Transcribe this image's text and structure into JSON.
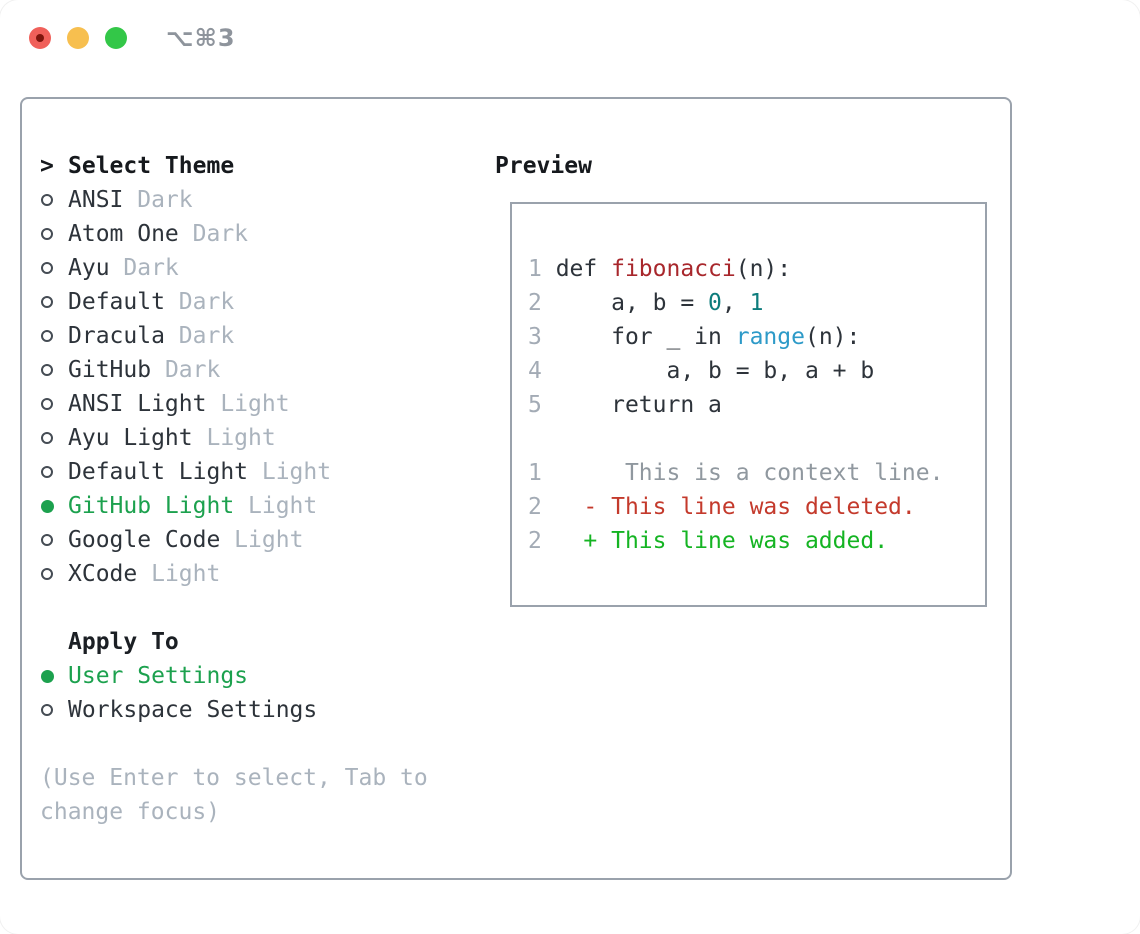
{
  "window": {
    "shortcut_label": "⌥⌘3",
    "traffic_lights": {
      "close_color": "#f0605a",
      "minimize_color": "#f7bf4f",
      "zoom_color": "#33c748"
    }
  },
  "theme_list": {
    "prompt": ">",
    "header": "Select Theme",
    "items": [
      {
        "name": "ANSI",
        "variant": "Dark",
        "selected": false
      },
      {
        "name": "Atom One",
        "variant": "Dark",
        "selected": false
      },
      {
        "name": "Ayu",
        "variant": "Dark",
        "selected": false
      },
      {
        "name": "Default",
        "variant": "Dark",
        "selected": false
      },
      {
        "name": "Dracula",
        "variant": "Dark",
        "selected": false
      },
      {
        "name": "GitHub",
        "variant": "Dark",
        "selected": false
      },
      {
        "name": "ANSI Light",
        "variant": "Light",
        "selected": false
      },
      {
        "name": "Ayu Light",
        "variant": "Light",
        "selected": false
      },
      {
        "name": "Default Light",
        "variant": "Light",
        "selected": false
      },
      {
        "name": "GitHub Light",
        "variant": "Light",
        "selected": true
      },
      {
        "name": "Google Code",
        "variant": "Light",
        "selected": false
      },
      {
        "name": "XCode",
        "variant": "Light",
        "selected": false
      }
    ]
  },
  "apply_to": {
    "header": "Apply To",
    "options": [
      {
        "label": "User Settings",
        "selected": true
      },
      {
        "label": "Workspace Settings",
        "selected": false
      }
    ]
  },
  "hint": {
    "line1": "(Use Enter to select, Tab to",
    "line2": "change focus)"
  },
  "preview": {
    "label": "Preview",
    "lines": [
      [
        {
          "t": "1",
          "c": "ln"
        },
        {
          "t": " def ",
          "c": "pl"
        },
        {
          "t": "fibonacci",
          "c": "fn"
        },
        {
          "t": "(n):",
          "c": "pl"
        }
      ],
      [
        {
          "t": "2",
          "c": "ln"
        },
        {
          "t": "     a, b = ",
          "c": "pl"
        },
        {
          "t": "0",
          "c": "nm"
        },
        {
          "t": ", ",
          "c": "pl"
        },
        {
          "t": "1",
          "c": "nm"
        }
      ],
      [
        {
          "t": "3",
          "c": "ln"
        },
        {
          "t": "     for _ in ",
          "c": "pl"
        },
        {
          "t": "range",
          "c": "bi"
        },
        {
          "t": "(n):",
          "c": "pl"
        }
      ],
      [
        {
          "t": "4",
          "c": "ln"
        },
        {
          "t": "         a, b = b, a + b",
          "c": "pl"
        }
      ],
      [
        {
          "t": "5",
          "c": "ln"
        },
        {
          "t": "     return a",
          "c": "pl"
        }
      ],
      [],
      [
        {
          "t": "1",
          "c": "ln"
        },
        {
          "t": "      This is a context line.",
          "c": "ctx"
        }
      ],
      [
        {
          "t": "2",
          "c": "ln"
        },
        {
          "t": "   - This line was deleted.",
          "c": "del"
        }
      ],
      [
        {
          "t": "2",
          "c": "ln"
        },
        {
          "t": "   + This line was added.",
          "c": "add"
        }
      ]
    ]
  },
  "colors": {
    "selection_green": "#1ca14e",
    "diff_added_green": "#15b423",
    "diff_deleted_red": "#c43a2c",
    "function_red": "#a8272c",
    "number_teal": "#0d7c7c",
    "builtin_blue": "#2d9ac8",
    "muted_gray": "#aab3bd",
    "border_gray": "#9aa2ac",
    "text_dark": "#2d333a"
  }
}
